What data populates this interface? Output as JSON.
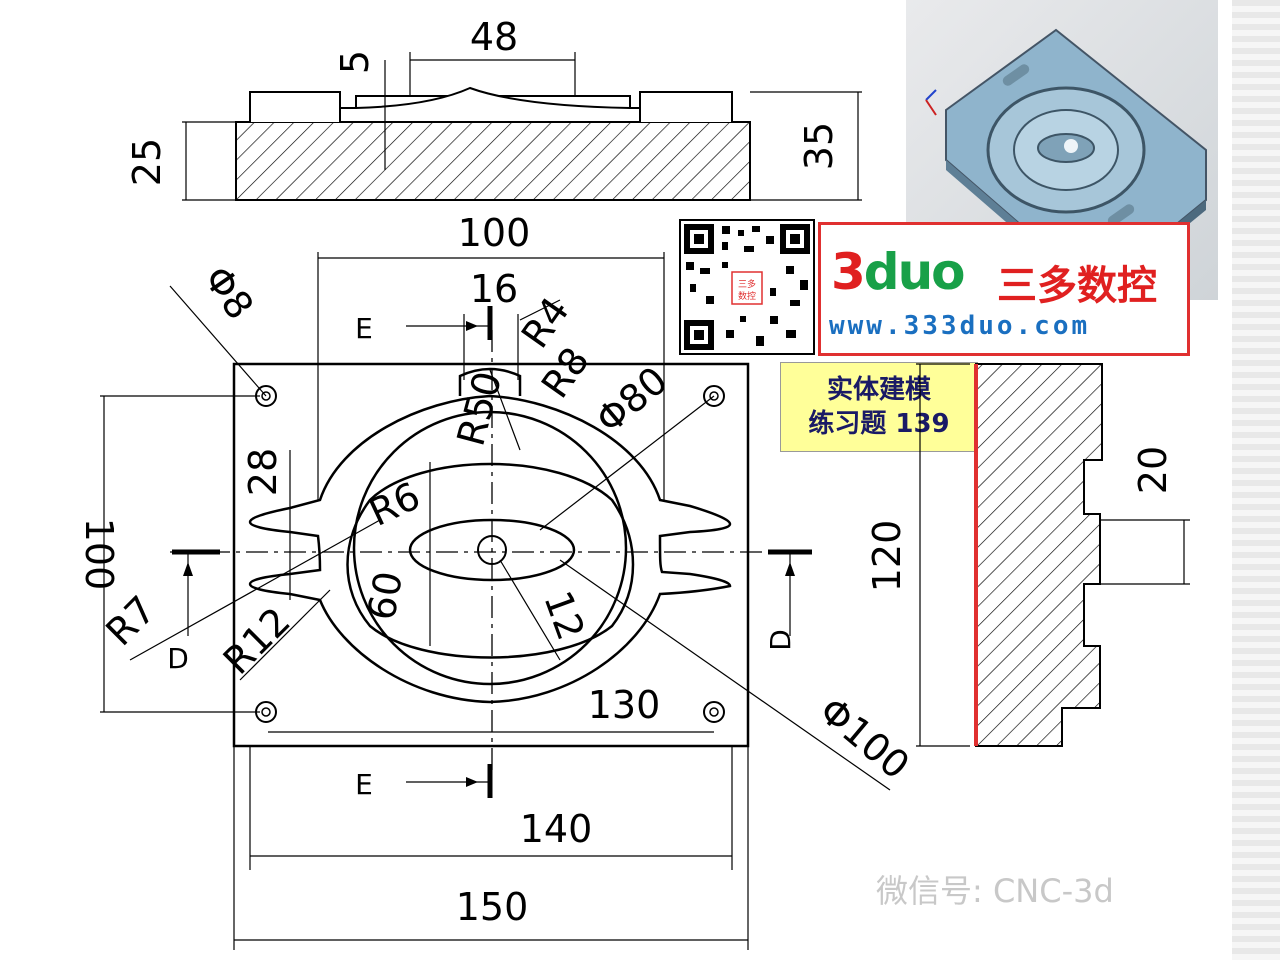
{
  "title": {
    "line1": "实体建模",
    "line2": "练习题 139"
  },
  "brand": {
    "logo_a": "3",
    "logo_b": "duo",
    "cn": "三多数控",
    "url": "www.333duo.com"
  },
  "qr": {
    "center_text": "三多\n数控"
  },
  "watermark": "微信号: CNC-3d",
  "dims": {
    "top_48": "48",
    "top_5": "5",
    "top_25": "25",
    "top_35": "35",
    "w_100": "100",
    "w_16": "16",
    "phi8": "Φ8",
    "r4": "R4",
    "r8": "R8",
    "r50": "R50",
    "phi80": "Φ80",
    "d28": "28",
    "r6": "R6",
    "d100_left": "100",
    "r7": "R7",
    "r12": "R12",
    "d60": "60",
    "d12": "12",
    "phi100": "Φ100",
    "d130": "130",
    "d140": "140",
    "d150": "150",
    "d120": "120",
    "d20": "20"
  },
  "section_labels": {
    "e_top": "E",
    "e_bottom": "E",
    "d_left": "D",
    "d_right": "D"
  },
  "colors": {
    "accent_red": "#e03030",
    "brand_blue": "#1a6fc0",
    "title_bg": "#ffff99",
    "line": "#000000"
  }
}
